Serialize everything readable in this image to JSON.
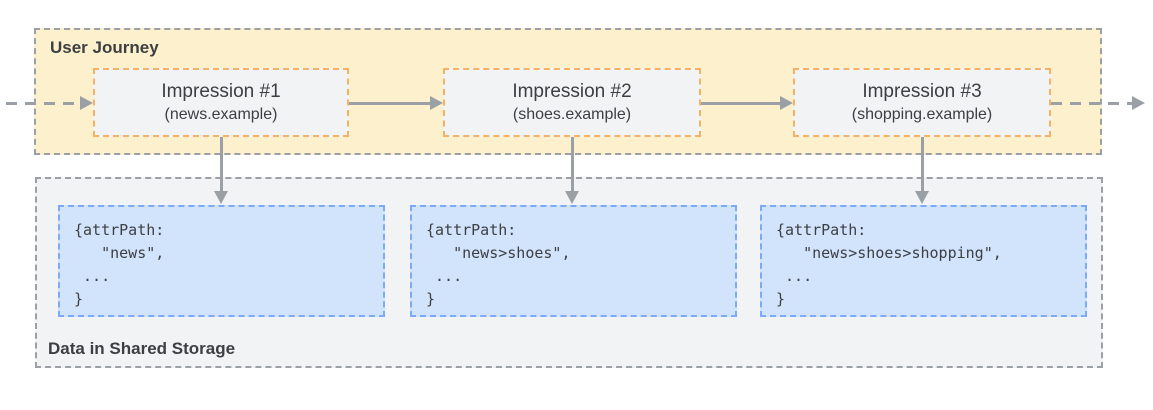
{
  "journey": {
    "title": "User Journey",
    "impressions": [
      {
        "title": "Impression #1",
        "site": "(news.example)"
      },
      {
        "title": "Impression #2",
        "site": "(shoes.example)"
      },
      {
        "title": "Impression #3",
        "site": "(shopping.example)"
      }
    ]
  },
  "storage": {
    "title": "Data in Shared Storage",
    "entries": [
      [
        "{attrPath:",
        "   \"news\",",
        " ...",
        "}"
      ],
      [
        "{attrPath:",
        "   \"news>shoes\",",
        " ...",
        "}"
      ],
      [
        "{attrPath:",
        "   \"news>shoes>shopping\",",
        " ...",
        "}"
      ]
    ]
  },
  "colors": {
    "journey_bg": "#FDF0CC",
    "panel_bg": "#F1F3F4",
    "entry_bg": "#D2E3FC",
    "gray_border": "#9AA0A6",
    "impression_border": "#F5B266",
    "entry_border": "#7BAAF7",
    "arrow": "#9AA0A6",
    "text": "#3C4043"
  }
}
